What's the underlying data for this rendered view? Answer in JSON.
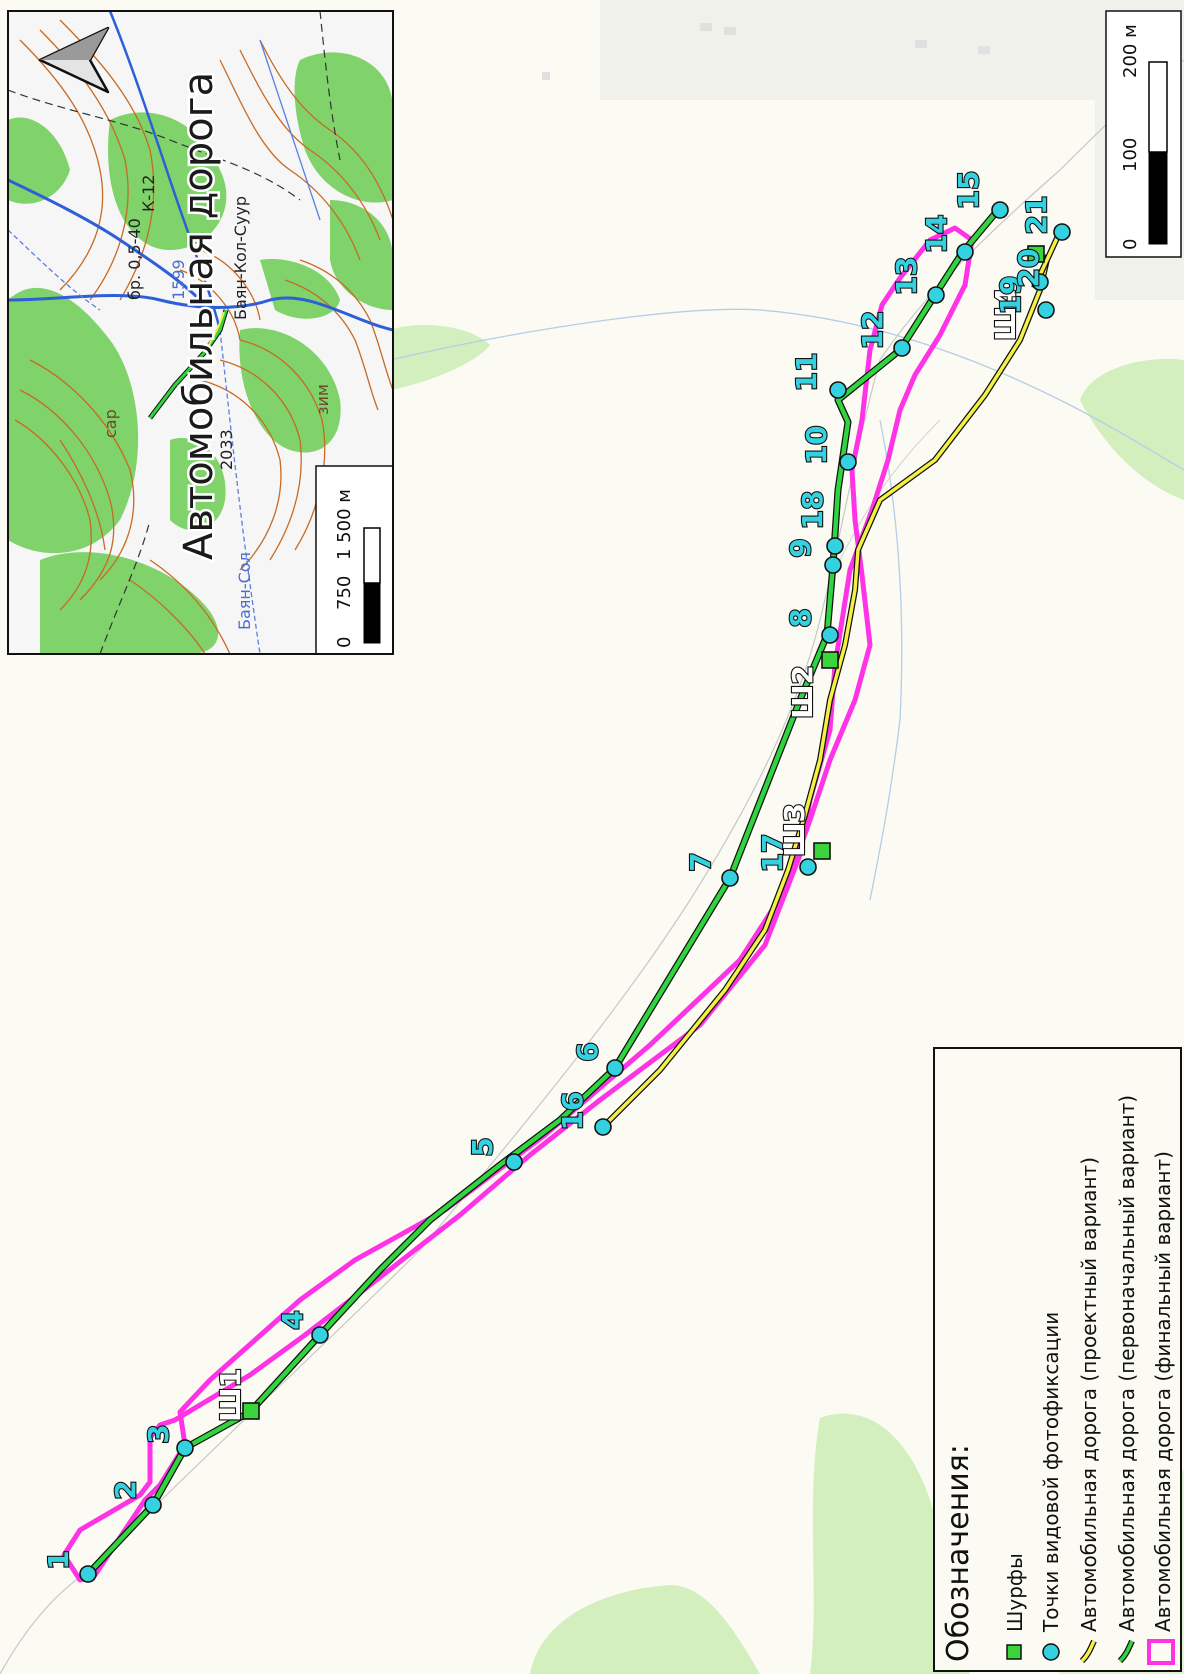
{
  "colors": {
    "background": "#fbfbf3",
    "meadow": "#d3efbe",
    "pit": "#3bd43b",
    "photo_point": "#34d2e0",
    "road_project": "#f4f044",
    "road_initial": "#2fd43f",
    "road_final": "#ff33e6",
    "inset_forest": "#7fd36a",
    "inset_contour": "#c86a22",
    "inset_river": "#2d5fd6"
  },
  "icons": {
    "north_arrow": "north-arrow-icon",
    "pit": "green-square-icon",
    "photo_point": "cyan-circle-icon"
  },
  "map": {
    "photo_points": [
      "1",
      "2",
      "3",
      "4",
      "5",
      "16",
      "6",
      "7",
      "17",
      "8",
      "9",
      "18",
      "10",
      "11",
      "12",
      "13",
      "14",
      "15",
      "19",
      "20",
      "21"
    ],
    "pits": [
      "Ш1",
      "Ш2",
      "Ш3",
      "Ш4"
    ]
  },
  "legend": {
    "title": "Обозначения:",
    "items": [
      {
        "symbol": "pit",
        "label": "Шурфы"
      },
      {
        "symbol": "photo_point",
        "label": "Точки видовой фотофиксации"
      },
      {
        "symbol": "road_project",
        "label": "Автомобильная дорога (проектный вариант)"
      },
      {
        "symbol": "road_initial",
        "label": "Автомобильная дорога (первоначальный вариант)"
      },
      {
        "symbol": "road_final",
        "label": "Автомобильная дорога (финальный вариант)"
      }
    ]
  },
  "scalebar": {
    "labels": [
      "0",
      "100",
      "200 м"
    ]
  },
  "inset": {
    "title": "Автомобильная дорога",
    "scalebar_labels": [
      "0",
      "750",
      "1 500 м"
    ],
    "labels": [
      "бр. 0,5-40",
      "К-12",
      "1599",
      "Баян-Кол-Суур",
      "2033",
      "Баян-Сол",
      "сар",
      "зим"
    ]
  }
}
